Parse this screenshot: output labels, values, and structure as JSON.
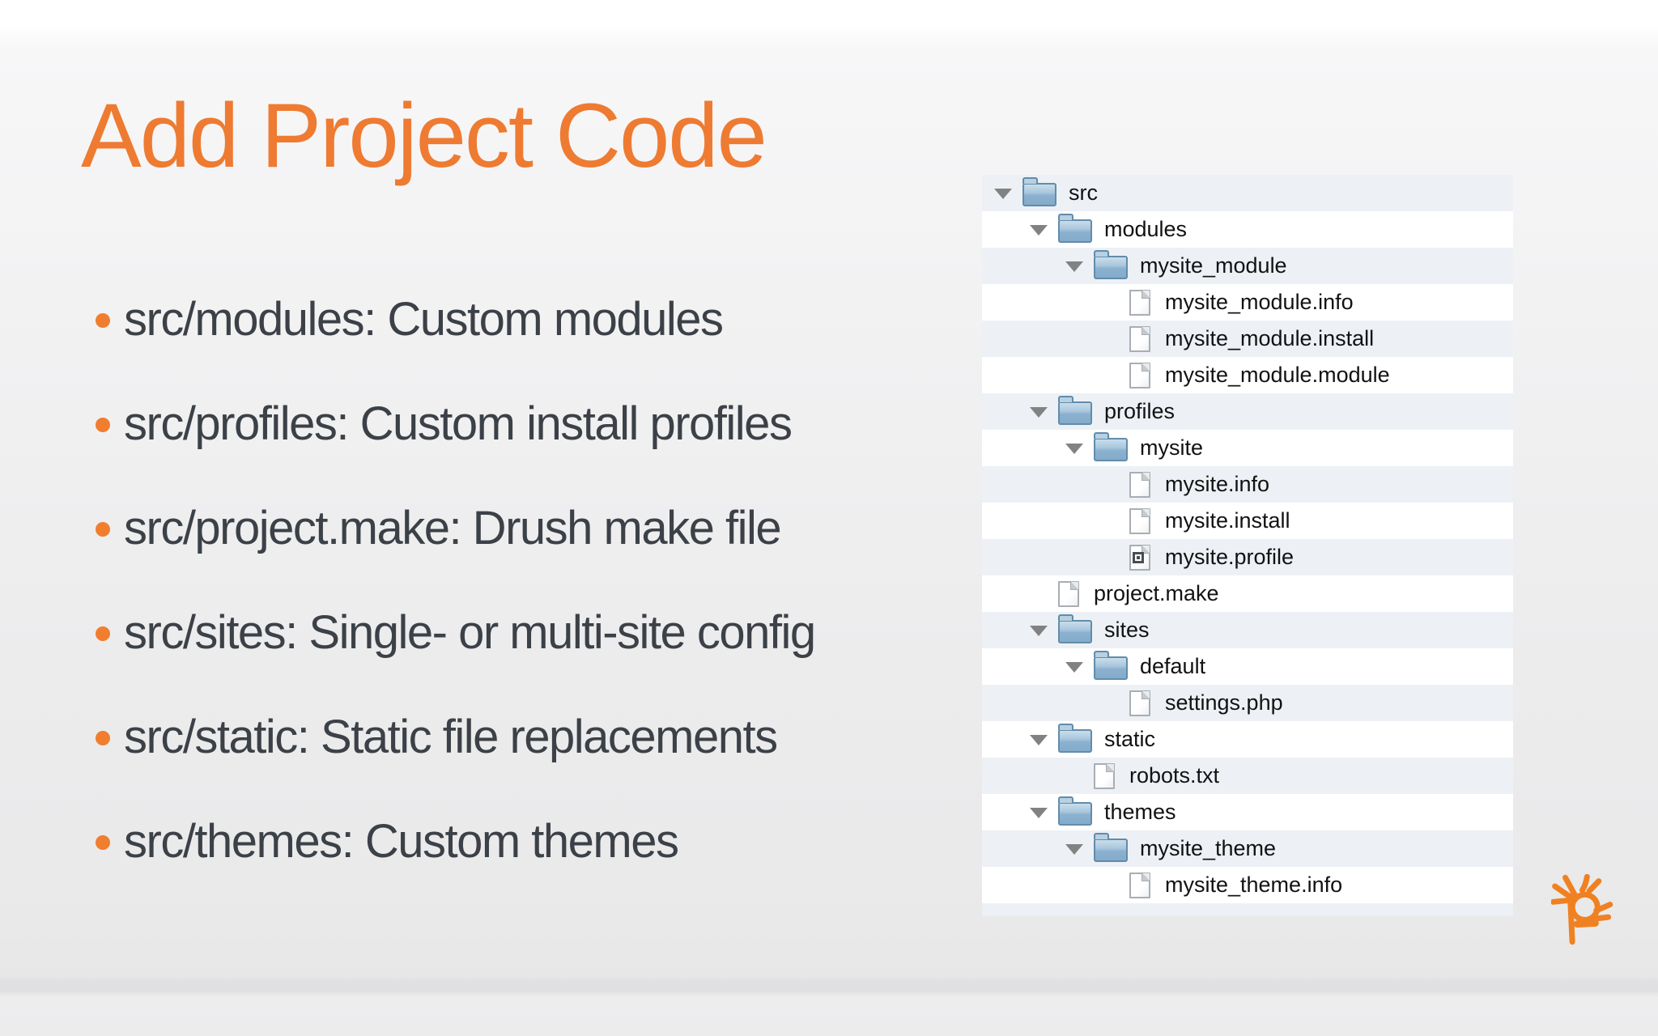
{
  "title": "Add Project Code",
  "bullets": [
    "src/modules: Custom modules",
    "src/profiles: Custom install profiles",
    "src/project.make: Drush make file",
    "src/sites: Single- or multi-site config",
    "src/static: Static file replacements",
    "src/themes: Custom themes"
  ],
  "file_tree": {
    "rows": [
      {
        "label": "src",
        "type": "folder",
        "level": 0,
        "expanded": true
      },
      {
        "label": "modules",
        "type": "folder",
        "level": 1,
        "expanded": true
      },
      {
        "label": "mysite_module",
        "type": "folder",
        "level": 2,
        "expanded": true
      },
      {
        "label": "mysite_module.info",
        "type": "file",
        "level": 3
      },
      {
        "label": "mysite_module.install",
        "type": "file",
        "level": 3
      },
      {
        "label": "mysite_module.module",
        "type": "file",
        "level": 3
      },
      {
        "label": "profiles",
        "type": "folder",
        "level": 1,
        "expanded": true
      },
      {
        "label": "mysite",
        "type": "folder",
        "level": 2,
        "expanded": true
      },
      {
        "label": "mysite.info",
        "type": "file",
        "level": 3
      },
      {
        "label": "mysite.install",
        "type": "file",
        "level": 3
      },
      {
        "label": "mysite.profile",
        "type": "profile-file",
        "level": 3
      },
      {
        "label": "project.make",
        "type": "file",
        "level": 1
      },
      {
        "label": "sites",
        "type": "folder",
        "level": 1,
        "expanded": true
      },
      {
        "label": "default",
        "type": "folder",
        "level": 2,
        "expanded": true
      },
      {
        "label": "settings.php",
        "type": "file",
        "level": 3
      },
      {
        "label": "static",
        "type": "folder",
        "level": 1,
        "expanded": true
      },
      {
        "label": "robots.txt",
        "type": "file",
        "level": 2
      },
      {
        "label": "themes",
        "type": "folder",
        "level": 1,
        "expanded": true
      },
      {
        "label": "mysite_theme",
        "type": "folder",
        "level": 2,
        "expanded": true
      },
      {
        "label": "mysite_theme.info",
        "type": "file",
        "level": 3
      }
    ]
  },
  "logo": {
    "name": "fern-p-brand-mark",
    "color": "#f08122"
  },
  "colors": {
    "title_orange": "#ee7b31",
    "bullet_dot_orange": "#f07e2e",
    "body_text": "#3c4148",
    "tree_stripe": "#edf1f6",
    "tree_text": "#121212",
    "folder_blue": "#8fb4cf",
    "disclosure_gray": "#828282"
  }
}
